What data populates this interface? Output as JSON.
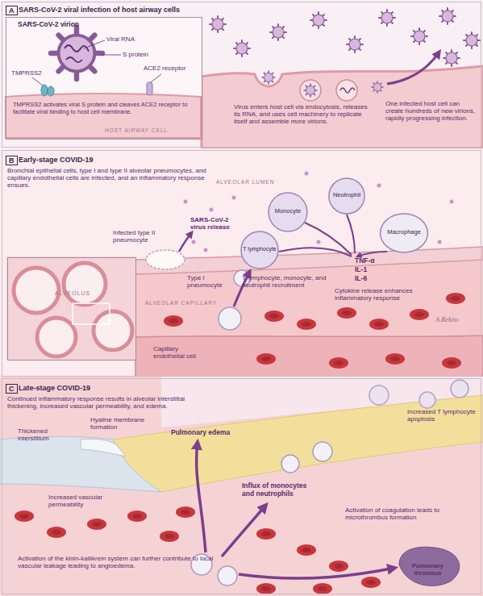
{
  "diagram": {
    "nodes": [
      {
        "text": [
          "A",
          "SARS-CoV-2 viral infection of host airway cells"
        ]
      },
      {
        "text": [
          "TMPRSS2 activates viral S protein and cleaves ACE2 receptor to facilitate viral binding to host cell membrane."
        ],
        "in": 0
      },
      {
        "text": [
          "B",
          "Early-stage COVID-19",
          "Bronchial epithelial cells, type I and type II alveolar pneumocytes, and capillary endothelial cells are infected, and an inflammatory response ensues."
        ]
      },
      {
        "text": [
          "Neutrophil"
        ],
        "in": 2
      },
      {
        "text": [
          "Monocyte"
        ],
        "in": 2
      },
      {
        "text": [
          "T lymphocyte"
        ],
        "in": 2
      },
      {
        "text": [
          "Macrophage"
        ],
        "in": 2
      },
      {
        "text": [
          "ALVEOLUS"
        ],
        "in": 2
      },
      {
        "text": [
          "C",
          "Late-stage COVID-19",
          "Continued inflammatory response results in alveolar interstitial thickening, increased vascular permeability, and edema."
        ]
      }
    ],
    "labels": [
      "SARS-CoV-2 virion",
      "Viral RNA",
      "S protein",
      "TMPRSS2",
      "ACE2 receptor",
      "HOST AIRWAY CELL",
      "Virus enters host cell via endocytosis, releases its RNA, and uses cell machinery to replicate itself and assemble more virions.",
      "One infected host cell can create hundreds of new virions, rapidly progressing infection.",
      "ALVEOLAR LUMEN",
      "Infected type II pneumocyte",
      "SARS-CoV-2 virus release",
      "T lymphocyte, monocyte, and neutrophil recruitment",
      "Type I pneumocyte",
      "TNF-α",
      "IL-1",
      "IL-6",
      "Cytokine release enhances inflammatory response",
      "ALVEOLAR CAPILLARY",
      "Capillary endothelial cell",
      "A.Rekito",
      "Thickened interstitium",
      "Hyaline membrane formation",
      "Pulmonary edema",
      "Increased T lymphocyte apoptosis",
      "Increased vascular permeability",
      "Influx of monocytes and neutrophils",
      "Activation of coagulation leads to microthrombus formation",
      "Pulmonary thrombus",
      "Activation of the kinin-kallikrein system can further contribute to local vascular leakage leading to angioedema."
    ]
  }
}
